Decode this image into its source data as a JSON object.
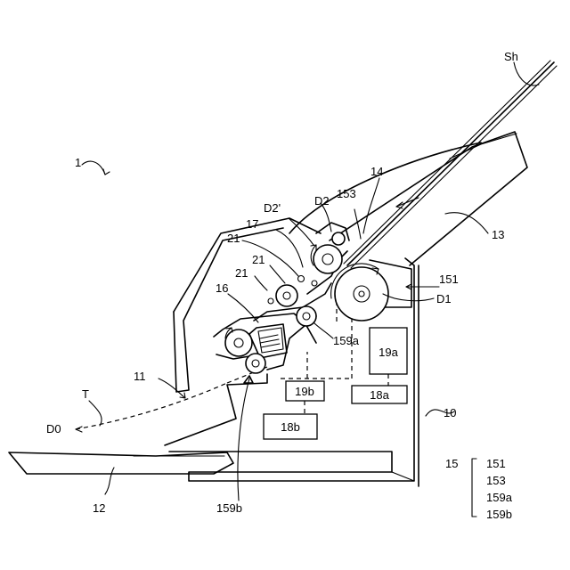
{
  "labels": {
    "device": "1",
    "sheet": "Sh",
    "housing": "10",
    "front_panel": "11",
    "output_tray": "12",
    "input_tray": "13",
    "entry": "14",
    "assembly": "15",
    "roller_151": "151",
    "roller_153": "153",
    "roller_159a": "159a",
    "roller_159b": "159b",
    "head": "16",
    "part_17": "17",
    "part_21a": "21",
    "part_21b": "21",
    "part_21c": "21",
    "dir_d0": "D0",
    "dir_d1": "D1",
    "dir_d2": "D2",
    "dir_d2p": "D2'",
    "path_t": "T"
  },
  "boxes": {
    "b19a": "19a",
    "b18a": "18a",
    "b19b": "19b",
    "b18b": "18b"
  },
  "legend": {
    "number": "15",
    "items": [
      "151",
      "153",
      "159a",
      "159b"
    ]
  }
}
